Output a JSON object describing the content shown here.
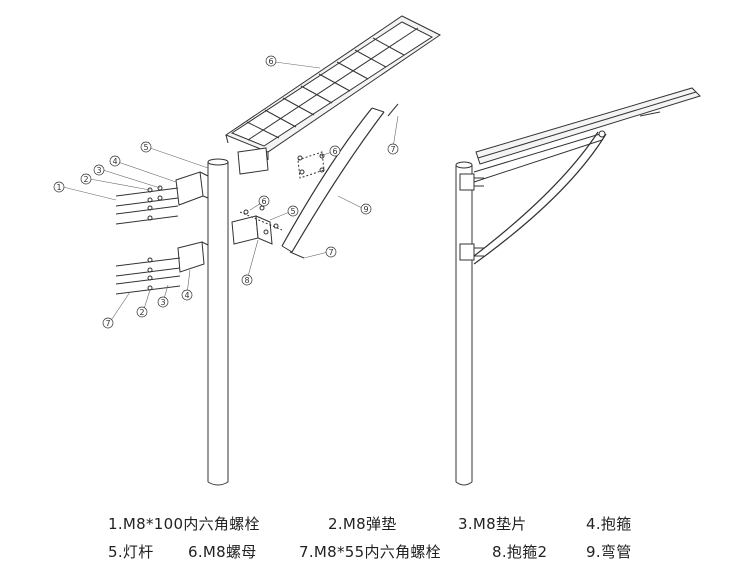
{
  "diagram": {
    "callouts": [
      "①",
      "②",
      "③",
      "④",
      "⑤",
      "⑥",
      "⑦",
      "⑧",
      "⑨"
    ],
    "legend": [
      "1.M8*100内六角螺栓",
      "2.M8弹垫",
      "3.M8垫片",
      "4.抱箍",
      "5.灯杆",
      "6.M8螺母",
      "7.M8*55内六角螺栓",
      "8.抱箍2",
      "9.弯管"
    ]
  }
}
